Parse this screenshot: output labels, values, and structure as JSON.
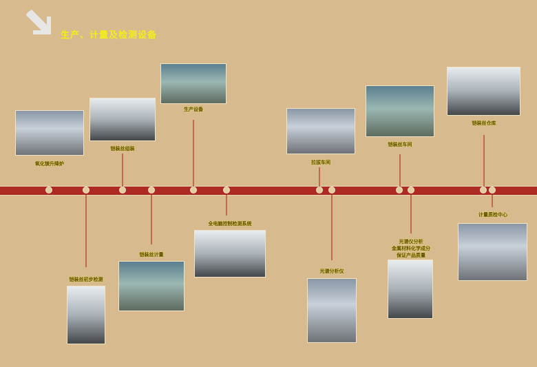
{
  "header": {
    "title": "生产、计量及检测设备",
    "icon": "arrow-down-right-icon"
  },
  "colors": {
    "background": "#d7ba8e",
    "timeline": "#ad2a22",
    "title": "#f5ec1e"
  },
  "top_items": [
    {
      "label": "氧化镁升降炉"
    },
    {
      "label": "铠装丝组装"
    },
    {
      "label": "生产设备"
    },
    {
      "label": "拉拔车间"
    },
    {
      "label": "铠装丝车间"
    },
    {
      "label": "铠装丝仓库"
    }
  ],
  "bottom_items": [
    {
      "label": "铠装丝初步检测"
    },
    {
      "label": "铠装丝计量"
    },
    {
      "label": "全电脑控制检测系统"
    },
    {
      "label": "光谱分析仪"
    },
    {
      "label_lines": [
        "光谱仪分析",
        "金属材料化学成分",
        "保证产品质量"
      ]
    },
    {
      "label": "计量质检中心"
    }
  ]
}
